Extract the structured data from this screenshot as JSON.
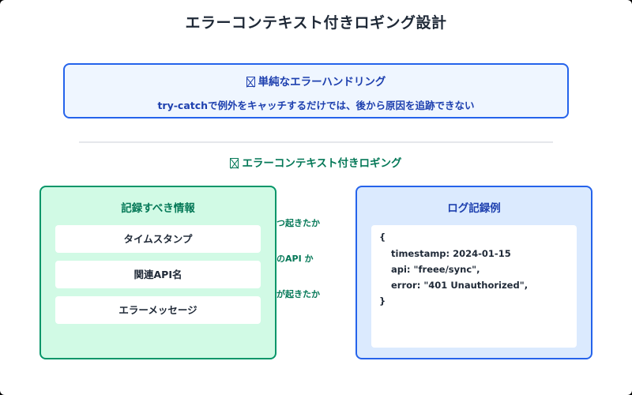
{
  "title": "エラーコンテキスト付きロギング設計",
  "problem": {
    "icon": "☒",
    "heading": "単純なエラーハンドリング",
    "description": "try-catchで例外をキャッチするだけでは、後から原因を追跡できない"
  },
  "solution": {
    "icon": "☒",
    "heading": "エラーコンテキスト付きロギング"
  },
  "info_panel": {
    "title": "記録すべき情報",
    "items": [
      {
        "label": "タイムスタンプ",
        "annotation": "つ起きたか"
      },
      {
        "label": "関連API名",
        "annotation": "のAPI か"
      },
      {
        "label": "エラーメッセージ",
        "annotation": "が起きたか"
      }
    ]
  },
  "log_panel": {
    "title": "ログ記録例",
    "code_lines": [
      "{",
      "timestamp: 2024-01-15",
      "api: \"freee/sync\",",
      "error: \"401 Unauthorized\",",
      "}"
    ]
  },
  "colors": {
    "blue_border": "#2563eb",
    "blue_text": "#1e40af",
    "blue_light_bg": "#eff6ff",
    "blue_panel_bg": "#dbeafe",
    "green_border": "#059669",
    "green_text": "#047857",
    "green_panel_bg": "#d1fae5",
    "title_text": "#1f2937",
    "divider": "#e5e7eb"
  }
}
